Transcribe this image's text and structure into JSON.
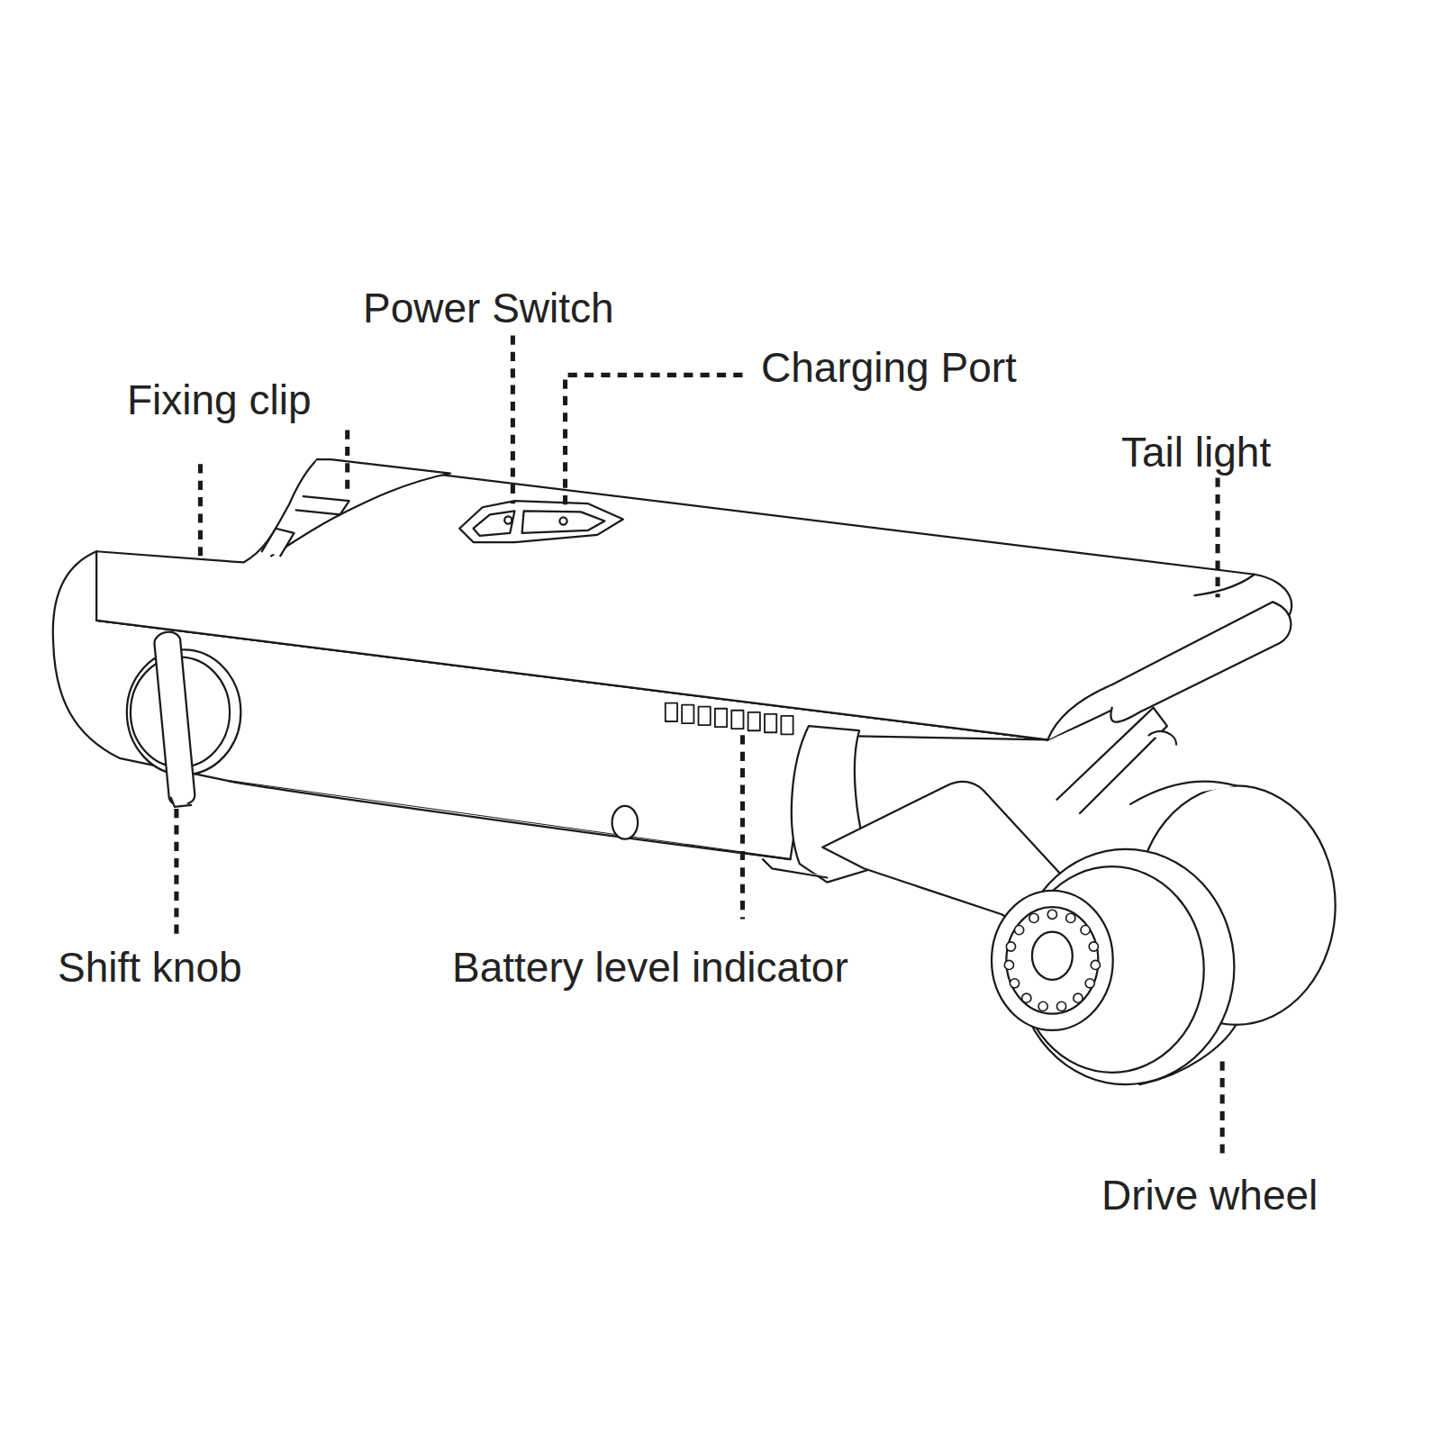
{
  "diagram": {
    "labels": [
      "Power Switch",
      "Charging Port",
      "Fixing clip",
      "Tail light",
      "Shift knob",
      "Battery level indicator",
      "Drive wheel"
    ]
  }
}
